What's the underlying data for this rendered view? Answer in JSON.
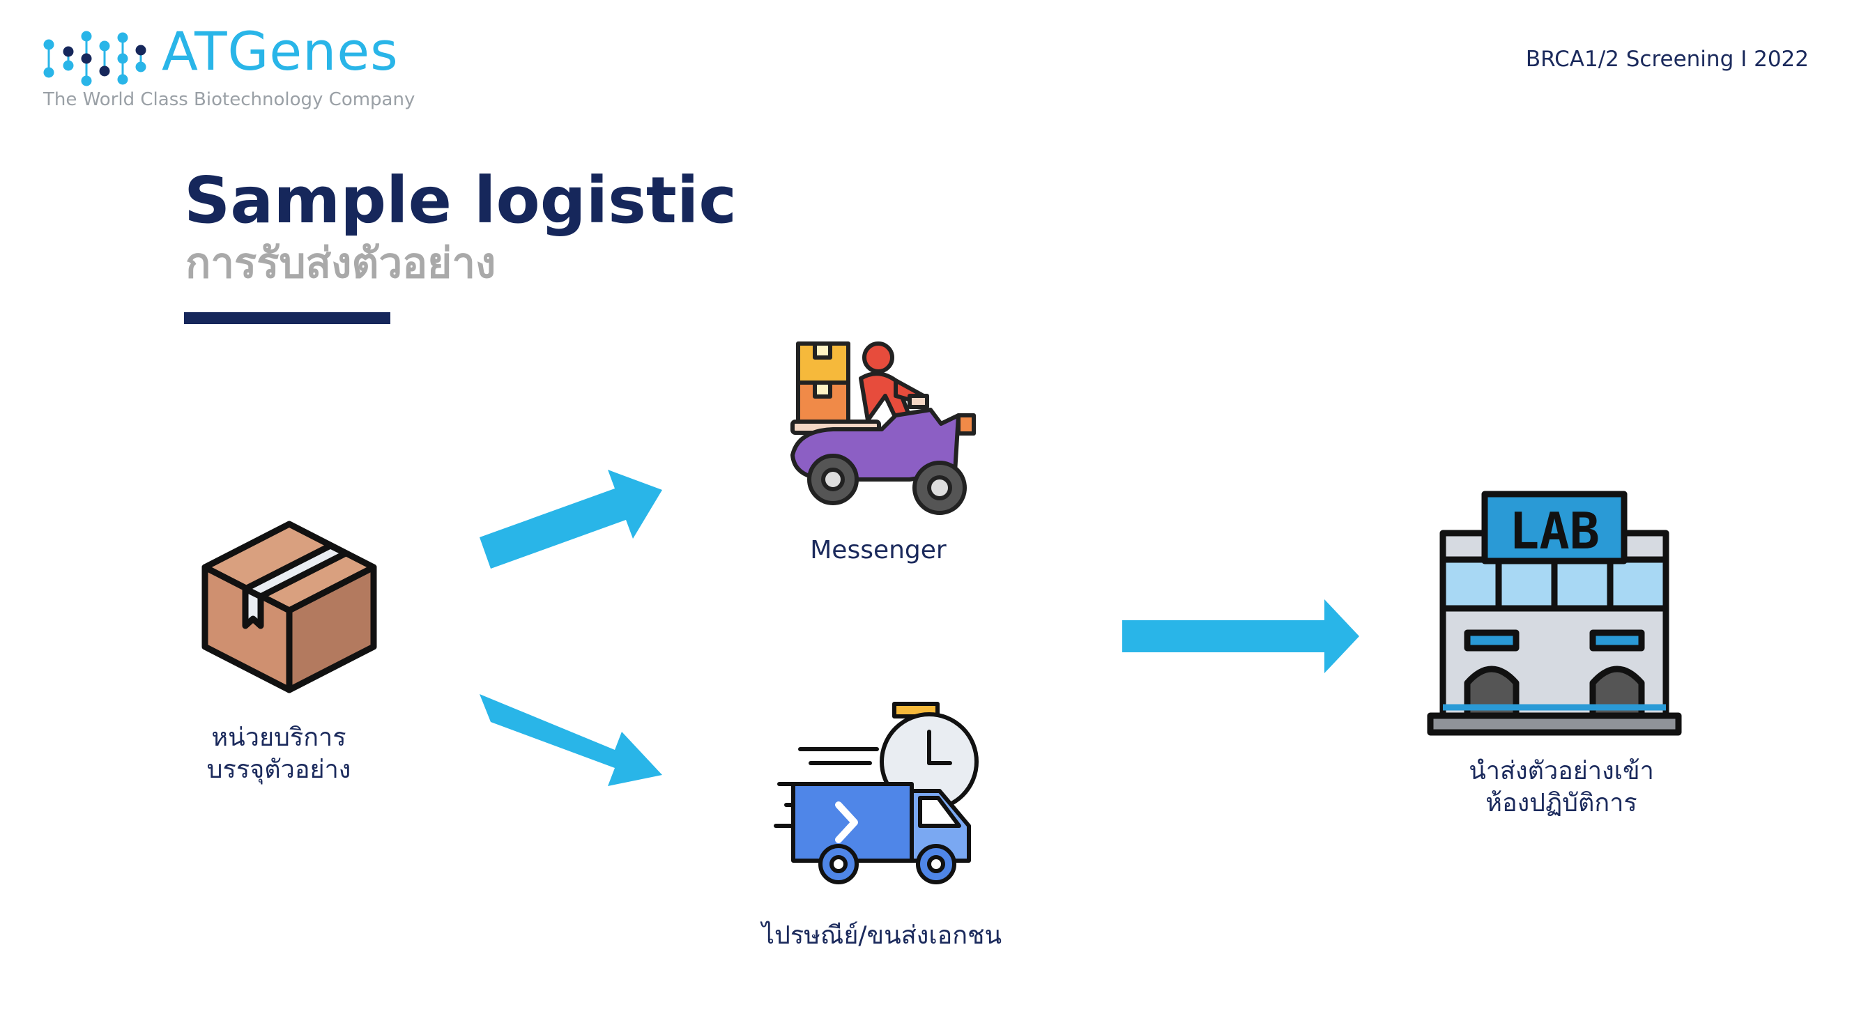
{
  "brand": {
    "name": "ATGenes",
    "tagline": "The World Class Biotechnology Company",
    "accent_color": "#29b5e8",
    "navy_color": "#16275b"
  },
  "header": {
    "right_text": "BRCA1/2 Screening I 2022"
  },
  "title": {
    "english": "Sample logistic",
    "thai": "การรับส่งตัวอย่าง"
  },
  "nodes": {
    "packing": {
      "icon": "cardboard-box-icon",
      "line1": "หน่วยบริการ",
      "line2": "บรรจุตัวอย่าง"
    },
    "messenger": {
      "icon": "delivery-scooter-icon",
      "label": "Messenger"
    },
    "post": {
      "icon": "delivery-van-clock-icon",
      "label": "ไปรษณีย์/ขนส่งเอกชน"
    },
    "lab": {
      "icon": "lab-building-icon",
      "sign_text": "LAB",
      "line1": "นำส่งตัวอย่างเข้า",
      "line2": "ห้องปฏิบัติการ"
    }
  },
  "arrows": [
    {
      "from": "packing",
      "to": "messenger",
      "icon": "arrow-right-icon"
    },
    {
      "from": "packing",
      "to": "post",
      "icon": "arrow-right-icon"
    },
    {
      "from": "messenger/post",
      "to": "lab",
      "icon": "arrow-right-icon"
    }
  ],
  "arrow_color": "#29b5e8"
}
